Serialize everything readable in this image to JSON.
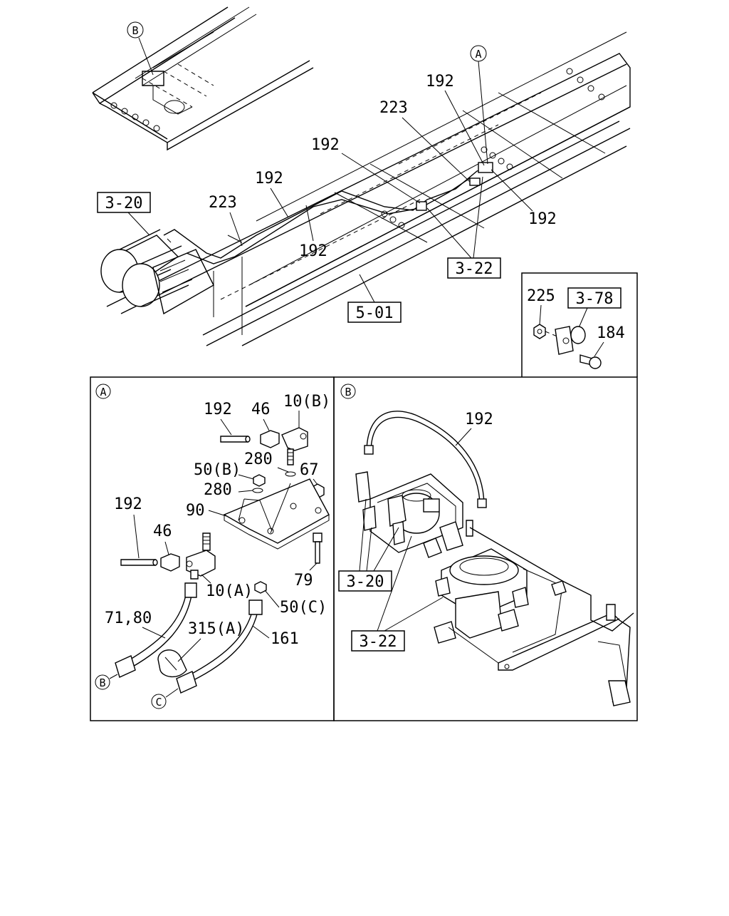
{
  "overview": {
    "callouts": {
      "circle_a": "A",
      "circle_b": "B",
      "n192_top": "192",
      "n223_top": "223",
      "n192_mid": "192",
      "n192_left": "192",
      "n223_left": "223",
      "n192_low": "192",
      "n192_right": "192"
    },
    "refs": {
      "ref_3_20": "3-20",
      "ref_3_22": "3-22",
      "ref_5_01": "5-01"
    }
  },
  "inset": {
    "n225": "225",
    "ref_3_78": "3-78",
    "n184": "184"
  },
  "detail_a": {
    "title": "A",
    "n192_a": "192",
    "n46_a": "46",
    "n10b": "10(B)",
    "n280_a": "280",
    "n50b": "50(B)",
    "n67": "67",
    "n280_b": "280",
    "n90": "90",
    "n192_b": "192",
    "n46_b": "46",
    "n79": "79",
    "n10a": "10(A)",
    "n50c": "50(C)",
    "n71_80": "71,80",
    "n315a": "315(A)",
    "n161": "161",
    "end_b": "B",
    "end_c": "C"
  },
  "detail_b": {
    "title": "B",
    "n192": "192",
    "ref_3_20": "3-20",
    "ref_3_22": "3-22"
  }
}
